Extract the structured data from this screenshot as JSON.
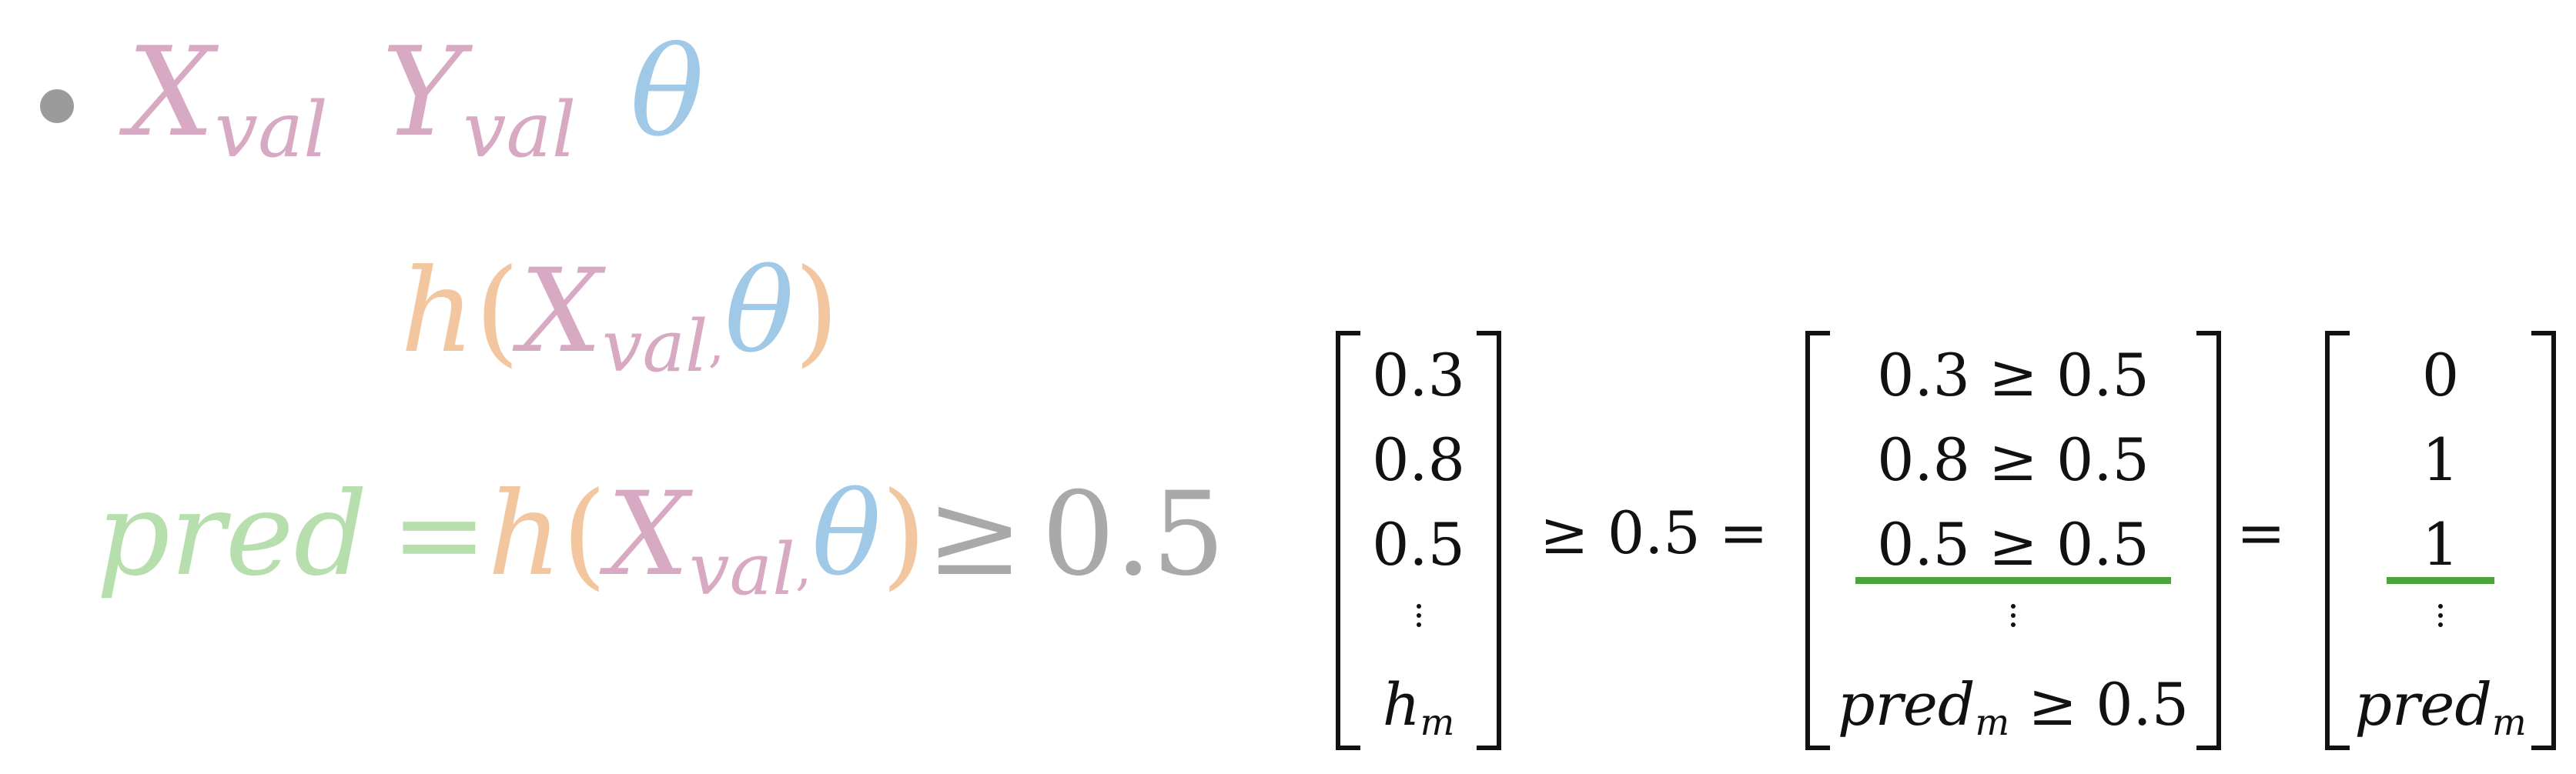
{
  "colors": {
    "pink": "#d7a9c2",
    "blue": "#9fc9e6",
    "orange": "#f2c7a0",
    "green": "#b7dfae",
    "gray": "#a9a9a9",
    "bullet": "#9b9b9b",
    "highlight": "#4ca53a"
  },
  "line1": {
    "x_base": "X",
    "x_sub": "val",
    "y_base": "Y",
    "y_sub": "val",
    "theta": "θ"
  },
  "line2": {
    "h": "h",
    "open": "(",
    "x_base": "X",
    "x_sub": "val",
    "comma": ",",
    "theta": "θ",
    "close": ")"
  },
  "line3": {
    "pred": "pred",
    "eq": "=",
    "h": "h",
    "open": "(",
    "x_base": "X",
    "x_sub": "val",
    "comma": ",",
    "theta": "θ",
    "close": ")",
    "geq": "≥",
    "threshold": "0.5"
  },
  "matrix1": {
    "rows": [
      "0.3",
      "0.8",
      "0.5"
    ],
    "last_base": "h",
    "last_sub": "m"
  },
  "op1": {
    "geq": "≥",
    "value": "0.5",
    "eq": "="
  },
  "matrix2": {
    "rows": [
      "0.3 ≥ 0.5",
      "0.8 ≥ 0.5",
      "0.5 ≥ 0.5"
    ],
    "last_base": "pred",
    "last_sub": "m",
    "last_tail": " ≥ 0.5"
  },
  "op2": {
    "eq": "="
  },
  "matrix3": {
    "rows": [
      "0",
      "1",
      "1"
    ],
    "last_base": "pred",
    "last_sub": "m"
  }
}
